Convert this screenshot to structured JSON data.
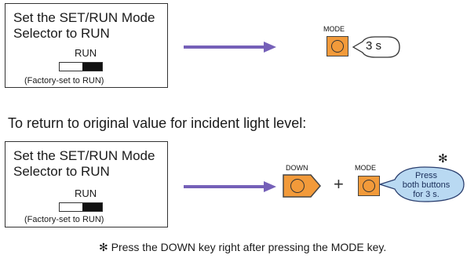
{
  "step1": {
    "instruction_line1": "Set the SET/RUN Mode",
    "instruction_line2": "Selector to RUN",
    "selector_label": "RUN",
    "note": "(Factory-set to RUN)",
    "key_label": "MODE",
    "hold_time": "3 s"
  },
  "heading": "To return to original value for incident light level:",
  "step2": {
    "instruction_line1": "Set the SET/RUN Mode",
    "instruction_line2": "Selector to RUN",
    "selector_label": "RUN",
    "note": "(Factory-set to RUN)",
    "down_key_label": "DOWN",
    "plus": "+",
    "mode_key_label": "MODE",
    "callout_line1": "Press",
    "callout_line2": "both buttons",
    "callout_line3": "for 3 s.",
    "star": "✻"
  },
  "footnote": "✻ Press the DOWN key right after pressing the MODE key.",
  "colors": {
    "key_orange": "#f29a3a",
    "arrow_purple": "#7560b8",
    "callout_blue": "#b9d9f2"
  }
}
